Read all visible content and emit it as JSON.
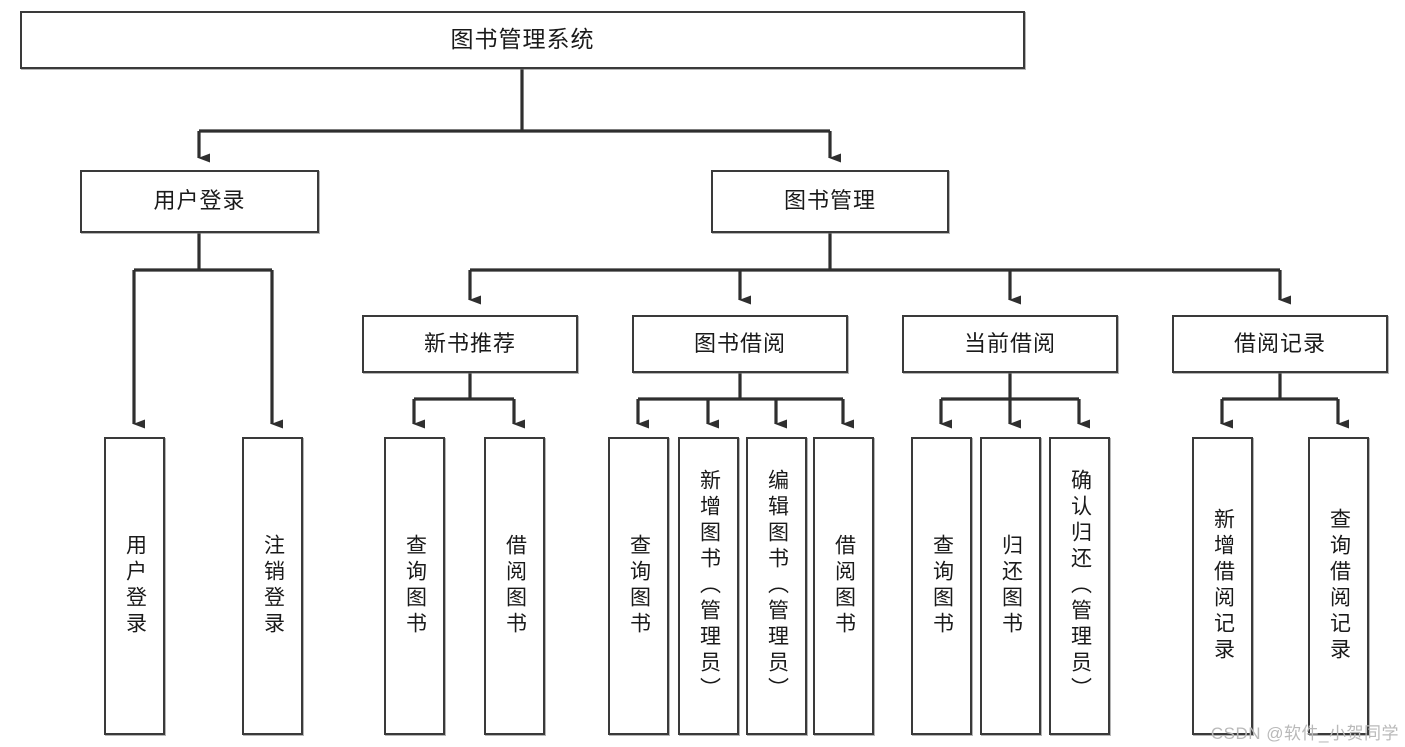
{
  "diagram": {
    "title": "图书管理系统",
    "type": "tree-hierarchy-diagram",
    "colors": {
      "box_border": "#3a3a3a",
      "box_fill": "#ffffff",
      "connector": "#2f2f2f",
      "text": "#1a1a1a",
      "watermark": "#b9b9b9"
    },
    "nodes": {
      "root": {
        "label": "图书管理系统"
      },
      "level2": [
        {
          "id": "user-login",
          "label": "用户登录"
        },
        {
          "id": "book-management",
          "label": "图书管理"
        }
      ],
      "level3": [
        {
          "id": "new-book-recommend",
          "label": "新书推荐"
        },
        {
          "id": "book-borrow",
          "label": "图书借阅"
        },
        {
          "id": "current-borrow",
          "label": "当前借阅"
        },
        {
          "id": "borrow-record",
          "label": "借阅记录"
        }
      ],
      "leaves": {
        "user_login": [
          {
            "id": "leaf-user-login",
            "label": "用户登录"
          },
          {
            "id": "leaf-logout-login",
            "label": "注销登录"
          }
        ],
        "new_book_recommend": [
          {
            "id": "leaf-query-book-1",
            "label": "查询图书"
          },
          {
            "id": "leaf-borrow-book-1",
            "label": "借阅图书"
          }
        ],
        "book_borrow": [
          {
            "id": "leaf-query-book-2",
            "label": "查询图书"
          },
          {
            "id": "leaf-add-book",
            "label": "新增图书（管理员）"
          },
          {
            "id": "leaf-edit-book",
            "label": "编辑图书（管理员）"
          },
          {
            "id": "leaf-borrow-book-2",
            "label": "借阅图书"
          }
        ],
        "current_borrow": [
          {
            "id": "leaf-query-book-3",
            "label": "查询图书"
          },
          {
            "id": "leaf-return-book",
            "label": "归还图书"
          },
          {
            "id": "leaf-confirm-return",
            "label": "确认归还（管理员）"
          }
        ],
        "borrow_record": [
          {
            "id": "leaf-add-record",
            "label": "新增借阅记录"
          },
          {
            "id": "leaf-query-record",
            "label": "查询借阅记录"
          }
        ]
      }
    },
    "watermark": "CSDN @软件_小贺同学"
  }
}
